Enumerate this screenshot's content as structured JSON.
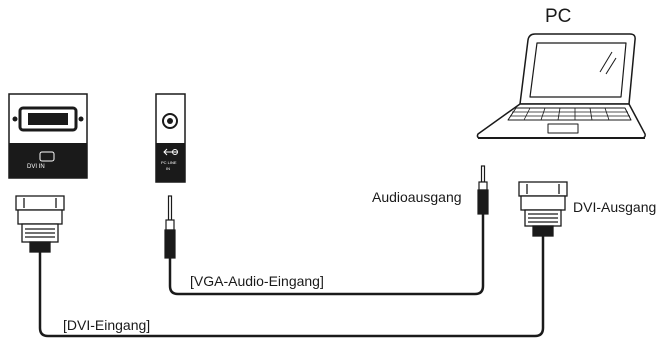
{
  "labels": {
    "pc": "PC",
    "audio_output": "Audioausgang",
    "dvi_output": "DVI-Ausgang",
    "vga_audio_input": "[VGA-Audio-Eingang]",
    "dvi_input": "[DVI-Eingang]",
    "dvi_in_port": "DVI IN",
    "pc_line_in_1": "PC LINE",
    "pc_line_in_2": "IN"
  }
}
